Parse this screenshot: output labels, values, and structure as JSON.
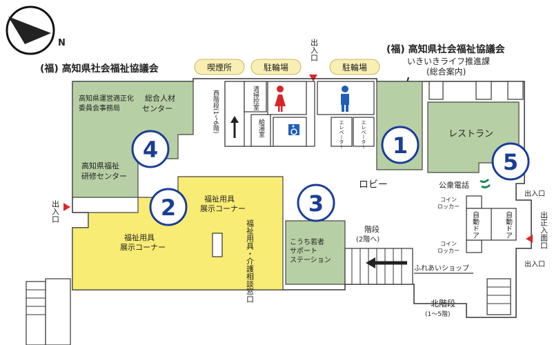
{
  "header": {
    "org_left": "(福) 高知県社会福祉協議会",
    "org_right": "(福) 高知県社会福祉協議会",
    "org_right_sub1": "いきいきライフ推進課",
    "org_right_sub2": "(総合案内)"
  },
  "pills": {
    "smoking": "喫煙所",
    "bike1": "駐輪場",
    "bike2": "駐輪場"
  },
  "entrances": {
    "top": "出入口",
    "left": "出入口",
    "right1": "出入口",
    "right2": "出入口",
    "main": "出正入面口"
  },
  "rooms": {
    "council": "高知県運営適正化委員会事務局",
    "hr_center_line1": "総合人材",
    "hr_center_line2": "センター",
    "training_line1": "高知県福祉",
    "training_line2": "研修センター",
    "cleaning": "清掃控室",
    "hot_water": "給湯室",
    "west_stairs": "西階段(1〜6階)",
    "elevator1": "エレベーター",
    "elevator2": "エレベーター",
    "restaurant": "レストラン",
    "lobby": "ロビー",
    "payphone": "公衆電話",
    "coin_locker1_line1": "コイン",
    "coin_locker1_line2": "ロッカー",
    "coin_locker2_line1": "コイン",
    "coin_locker2_line2": "ロッカー",
    "auto_door1": "自動ドア",
    "auto_door2": "自動ドア",
    "welfare_display_a_line1": "福祉用具",
    "welfare_display_a_line2": "展示コーナー",
    "welfare_display_b_line1": "福祉用具",
    "welfare_display_b_line2": "展示コーナー",
    "consult_window": "福祉用具・介護相談窓口",
    "youth_line1": "こうち若者",
    "youth_line2": "サポート",
    "youth_line3": "ステーション",
    "stairs_2f_line1": "階段",
    "stairs_2f_line2": "(2階へ)",
    "fureai_shop": "ふれあいショップ",
    "north_stairs": "北階段",
    "north_stairs_floors": "(1〜5階)"
  },
  "compass": {
    "north_label": "N"
  },
  "markers": [
    "1",
    "2",
    "3",
    "4",
    "5"
  ],
  "colors": {
    "green_room": "#b7cfa4",
    "yellow_room": "#f8ec74",
    "marker_blue": "#1a3d96",
    "entrance_red": "#e0262a",
    "female_red": "#d7262b",
    "male_blue": "#1f5fb8"
  },
  "icons": [
    "compass-icon",
    "female-restroom-icon",
    "male-restroom-icon",
    "wheelchair-icon",
    "telephone-icon",
    "arrow-down-icon",
    "stairs-up-arrow-icon",
    "stairs-left-arrow-icon"
  ]
}
